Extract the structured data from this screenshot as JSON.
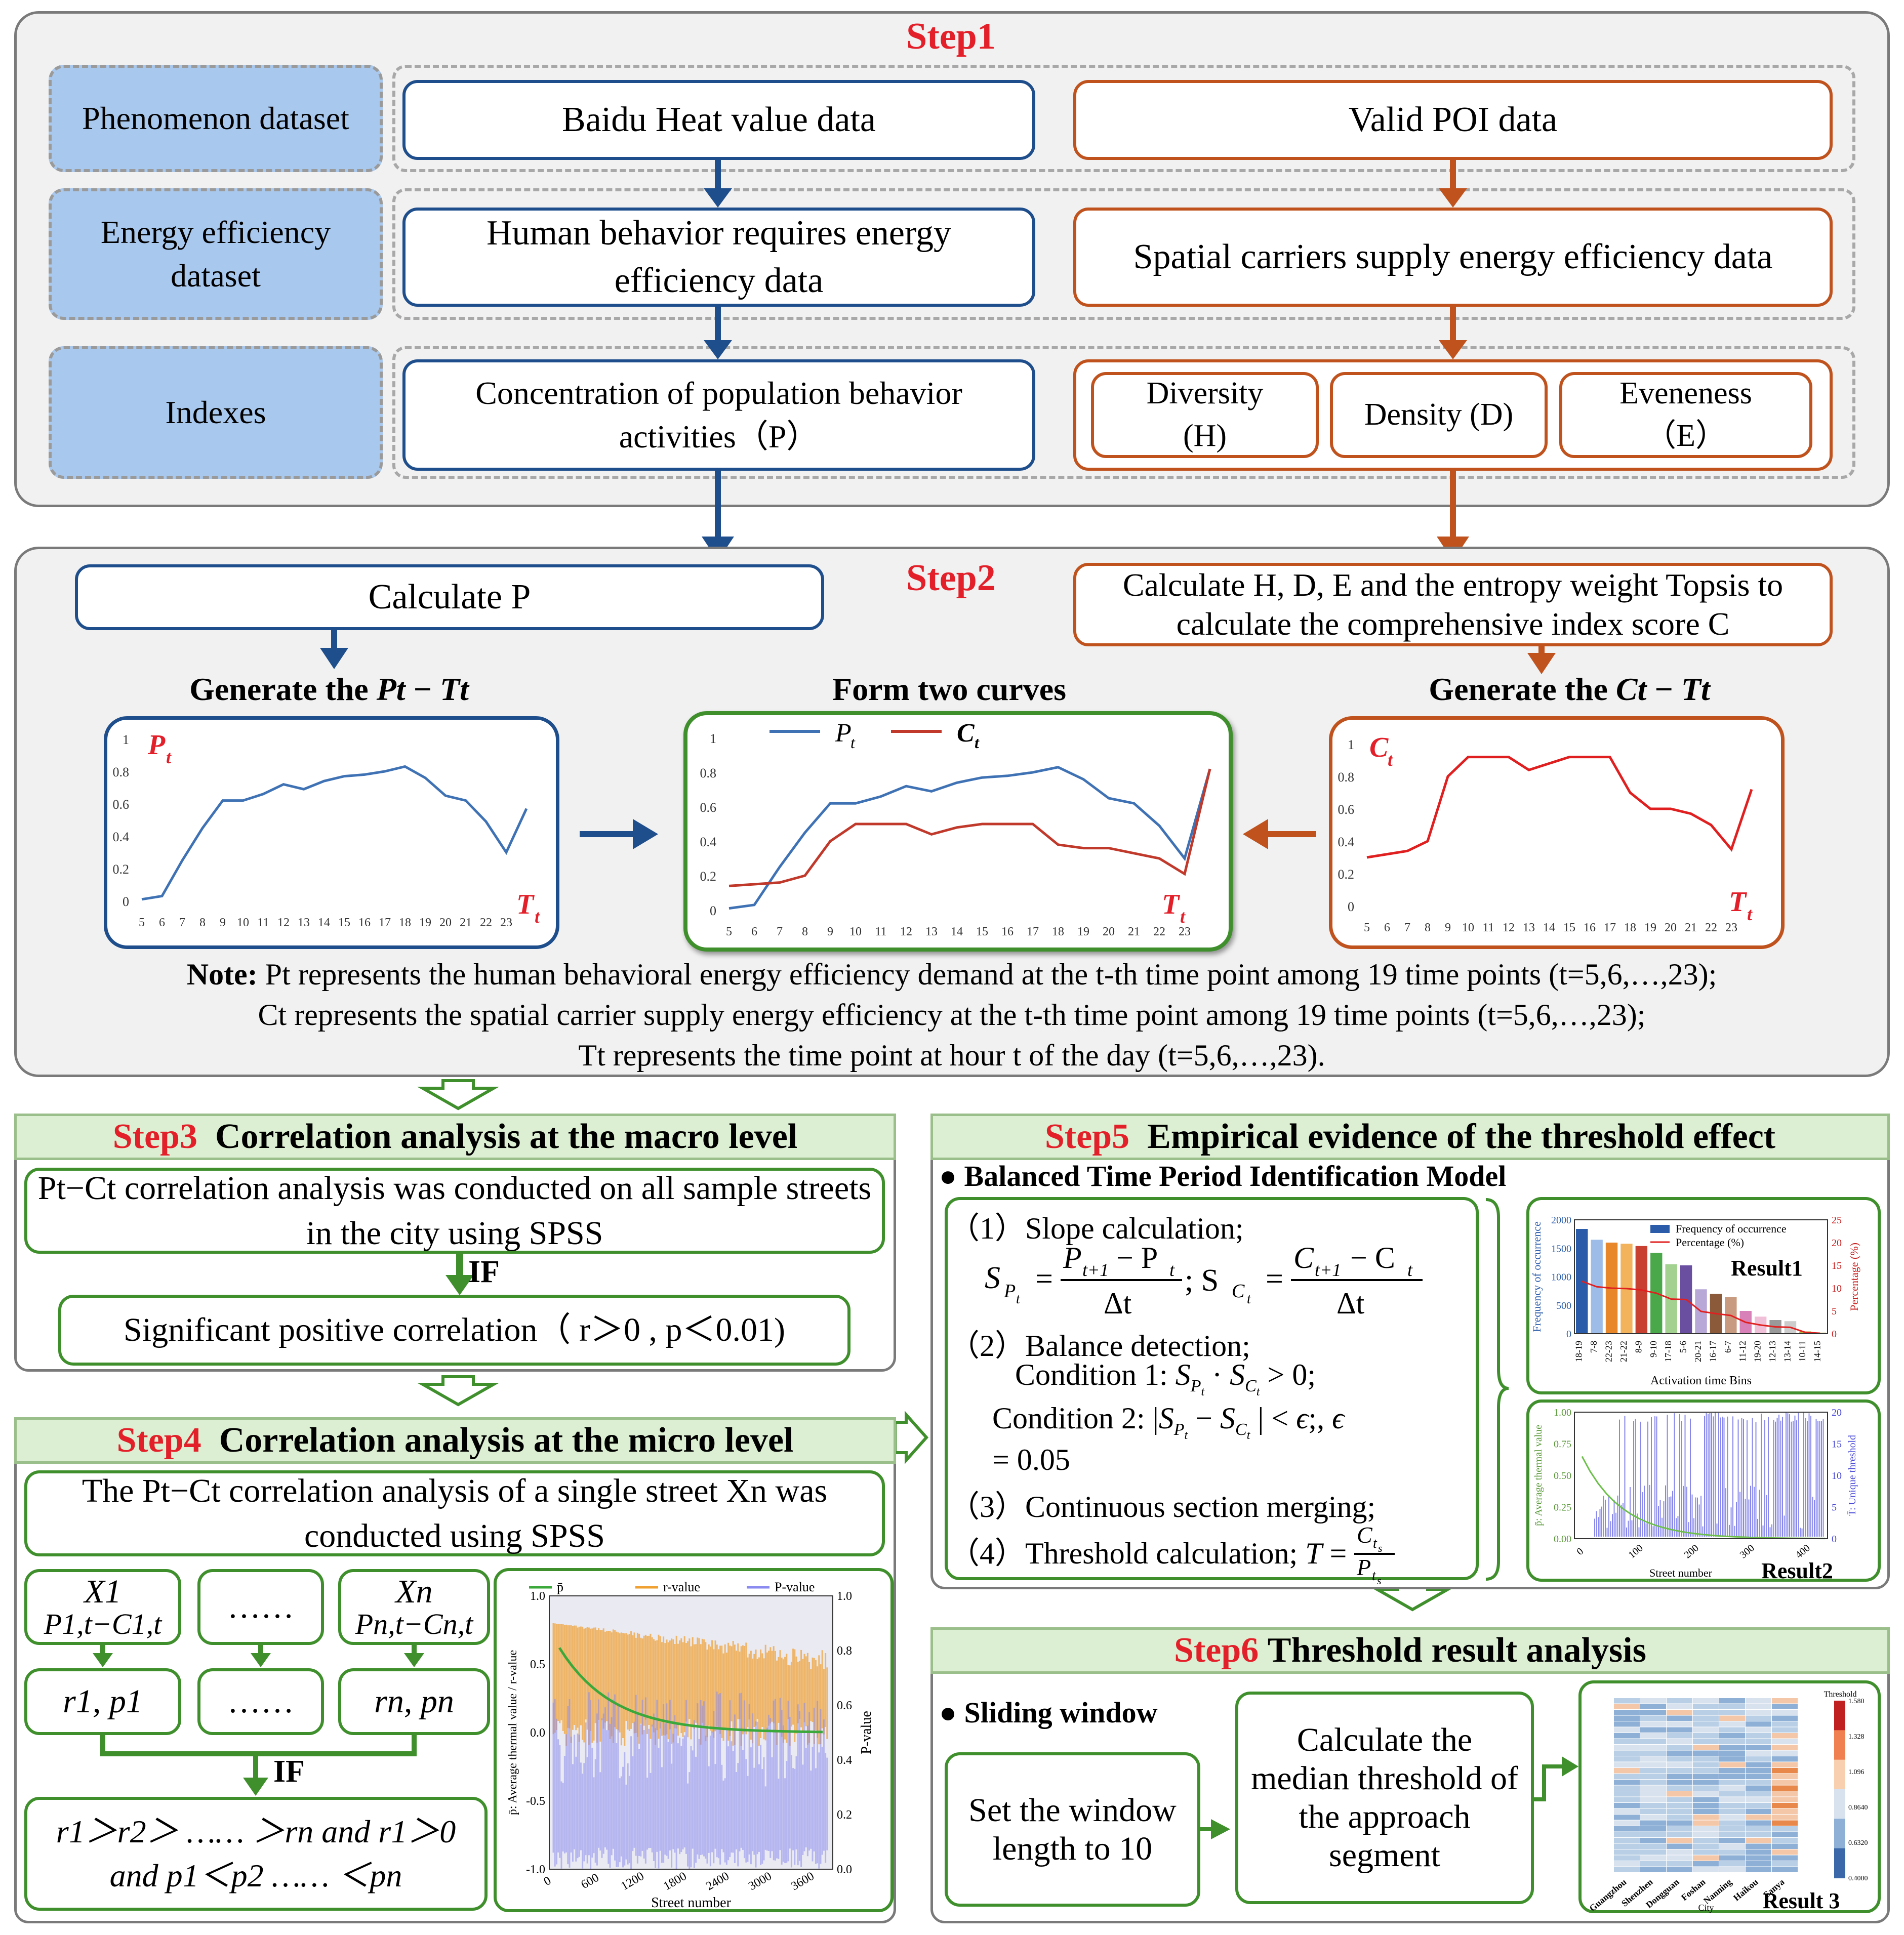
{
  "step1": {
    "title": "Step1",
    "labels": [
      "Phenomenon dataset",
      "Energy efficiency dataset",
      "Indexes"
    ],
    "baidu": "Baidu Heat value data",
    "poi": "Valid POI data",
    "human": "Human behavior requires energy efficiency data",
    "spatial": "Spatial carriers supply energy efficiency data",
    "concentration": "Concentration of population behavior activities（P）",
    "diversity": "Diversity (H)",
    "density": "Density (D)",
    "evenness": "Eveneness （E）"
  },
  "step2": {
    "title": "Step2",
    "calcP": "Calculate P",
    "calcC": "Calculate H, D, E and the entropy weight Topsis to calculate the comprehensive index score C",
    "gen_pt": "Generate the Pt − Tt",
    "form": "Form two curves",
    "gen_ct": "Generate the Ct − Tt",
    "note1": "Pt represents the human behavioral energy efficiency demand at the t-th time point among 19 time points (t=5,6,…,23);",
    "note_label": "Note:",
    "note2": "Ct represents the spatial carrier supply energy efficiency at the t-th time point among 19 time points (t=5,6,…,23);",
    "note3": "Tt represents the time point at hour t of the day (t=5,6,…,23)."
  },
  "chart_data": [
    {
      "type": "line",
      "x": [
        5,
        6,
        7,
        8,
        9,
        10,
        11,
        12,
        13,
        14,
        15,
        16,
        17,
        18,
        19,
        20,
        21,
        22,
        23,
        24
      ],
      "series": [
        {
          "name": "Pt",
          "values": [
            0.01,
            0.03,
            0.25,
            0.45,
            0.62,
            0.62,
            0.66,
            0.72,
            0.69,
            0.74,
            0.77,
            0.78,
            0.8,
            0.83,
            0.76,
            0.65,
            0.62,
            0.49,
            0.3,
            0.57
          ]
        }
      ],
      "ylim": [
        0,
        1
      ],
      "xlabel": "Tt"
    },
    {
      "type": "line",
      "x": [
        5,
        6,
        7,
        8,
        9,
        10,
        11,
        12,
        13,
        14,
        15,
        16,
        17,
        18,
        19,
        20,
        21,
        22,
        23,
        24
      ],
      "series": [
        {
          "name": "Pt",
          "values": [
            0.01,
            0.03,
            0.25,
            0.45,
            0.62,
            0.62,
            0.66,
            0.72,
            0.69,
            0.74,
            0.77,
            0.78,
            0.8,
            0.83,
            0.76,
            0.65,
            0.62,
            0.49,
            0.3,
            0.82
          ]
        },
        {
          "name": "Ct",
          "values": [
            0.14,
            0.15,
            0.16,
            0.2,
            0.4,
            0.5,
            0.5,
            0.5,
            0.44,
            0.48,
            0.5,
            0.5,
            0.5,
            0.38,
            0.36,
            0.36,
            0.33,
            0.3,
            0.21,
            0.82
          ]
        }
      ],
      "ylim": [
        0,
        1
      ],
      "xlabel": "Tt"
    },
    {
      "type": "line",
      "x": [
        5,
        6,
        7,
        8,
        9,
        10,
        11,
        12,
        13,
        14,
        15,
        16,
        17,
        18,
        19,
        20,
        21,
        22,
        23,
        24
      ],
      "series": [
        {
          "name": "Ct",
          "values": [
            0.3,
            0.32,
            0.34,
            0.4,
            0.8,
            0.92,
            0.92,
            0.92,
            0.84,
            0.88,
            0.92,
            0.92,
            0.92,
            0.7,
            0.6,
            0.6,
            0.57,
            0.5,
            0.35,
            0.72
          ]
        }
      ],
      "ylim": [
        0,
        1
      ],
      "xlabel": "Tt"
    },
    {
      "type": "bar",
      "categories": [
        "18-19",
        "7-8",
        "22-23",
        "21-22",
        "8-9",
        "9-10",
        "17-18",
        "5-6",
        "20-21",
        "16-17",
        "6-7",
        "11-12",
        "19-20",
        "12-13",
        "13-14",
        "10-11",
        "14-15"
      ],
      "series": [
        {
          "name": "Frequency of occurrence",
          "values": [
            1840,
            1650,
            1600,
            1580,
            1540,
            1420,
            1220,
            1200,
            780,
            700,
            640,
            400,
            300,
            240,
            220,
            40,
            20
          ]
        },
        {
          "name": "Percentage (%)",
          "values": [
            11.5,
            10.3,
            10.0,
            9.9,
            9.6,
            8.9,
            7.6,
            7.5,
            4.9,
            4.4,
            4.0,
            2.5,
            1.9,
            1.5,
            1.4,
            0.3,
            0.1
          ]
        }
      ],
      "xlabel": "Activation time Bins",
      "ylabel": "Frequency of occurrence",
      "ylim": [
        0,
        2000
      ]
    }
  ],
  "axes": {
    "ticks_y": [
      "0",
      "0.2",
      "0.4",
      "0.6",
      "0.8",
      "1"
    ],
    "ticks_x": [
      "5",
      "6",
      "7",
      "8",
      "9",
      "10",
      "11",
      "12",
      "13",
      "14",
      "15",
      "16",
      "17",
      "18",
      "19",
      "20",
      "21",
      "22",
      "23"
    ],
    "pt_label": "Pt",
    "ct_label": "Ct",
    "tt_label": "Tt"
  },
  "step3": {
    "title_step": "Step3",
    "title_text": "Correlation analysis at the macro level",
    "box1": "Pt−Ct correlation analysis was conducted on all sample streets in the city using SPSS",
    "if": "IF",
    "box2": "Significant positive correlation（ r＞0 , p＜0.01)"
  },
  "step4": {
    "title_step": "Step4",
    "title_text": "Correlation analysis at the micro level",
    "box1": "The Pt−Ct correlation analysis of a single street Xn was conducted using SPSS",
    "x1": "X1",
    "pc1": "P1,t−C1,t",
    "dots": "……",
    "xn": "Xn",
    "pcn": "Pn,t−Cn,t",
    "r1": "r1, p1",
    "rn": "rn, pn",
    "if": "IF",
    "cond1": "r1＞r2＞ …… ＞rn and r1＞0",
    "cond2": "and p1＜p2 …… ＜pn",
    "legend": [
      "p̄",
      "r-value",
      "P-value"
    ],
    "ylabel_left": "p̄: Average thermal value / r-value",
    "ylabel_right": "P-value",
    "xlabel": "Street number",
    "xticks": [
      "0",
      "600",
      "1200",
      "1800",
      "2400",
      "3000",
      "3600"
    ],
    "yticks_left": [
      "-1.0",
      "-0.5",
      "0.0",
      "0.5",
      "1.0"
    ],
    "yticks_right": [
      "0.0",
      "0.2",
      "0.4",
      "0.6",
      "0.8",
      "1.0"
    ]
  },
  "step5": {
    "title_step": "Step5",
    "title_text": "Empirical evidence of the threshold effect",
    "bullet": "Balanced Time Period Identification Model",
    "s1": "（1）Slope calculation;",
    "s2": "（2）Balance detection;",
    "c1": "Condition 1:",
    "c2": "Condition 2:",
    "eps": "= 0.05",
    "s3": "（3）Continuous section merging;",
    "s4": "（4）Threshold calculation;",
    "result1": "Result1",
    "result2": "Result2",
    "r1_legend": [
      "Frequency of occurrence",
      "Percentage (%)"
    ],
    "r1_ylabel": "Frequency of occurrence",
    "r1_ylabel_right": "Percentage (%)",
    "r1_xlabel": "Activation time Bins",
    "r2_ylabel_left": "p̄: Average thermal value",
    "r2_ylabel_right": "T̄: Unique threshold",
    "r2_xlabel": "Street number"
  },
  "step6": {
    "title_step": "Step6",
    "title_text": "Threshold result analysis",
    "bullet": "Sliding window",
    "box1": "Set the window length to 10",
    "box2": "Calculate the median threshold of the approach segment",
    "result3": "Result 3",
    "heat_title": "Threshold",
    "heat_ticks": [
      "1.580",
      "1.328",
      "1.096",
      "0.8640",
      "0.6320",
      "0.4000"
    ],
    "cities": [
      "Guangzhou",
      "Shenzhen",
      "Dongguan",
      "Foshan",
      "Nanning",
      "Haikou",
      "Sanya"
    ],
    "heat_xlabel": "City"
  },
  "colors": {
    "blue": "#1f4e8c",
    "orange": "#c0521d",
    "green": "#3f8f2c",
    "red": "#e3202a",
    "labelBlue": "#a9c8ee"
  }
}
